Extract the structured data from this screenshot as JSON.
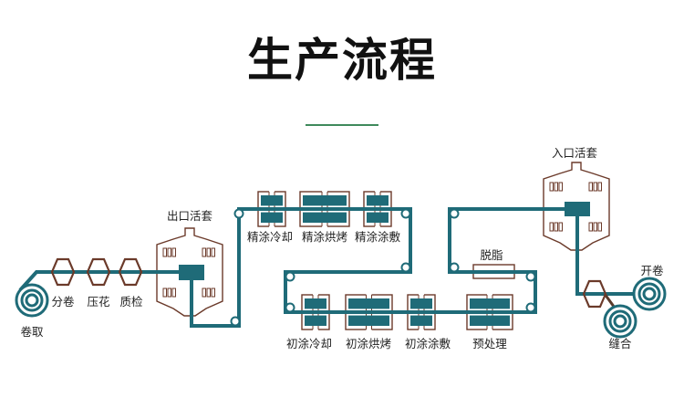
{
  "title": "生产流程",
  "colors": {
    "strip": "#1f6b78",
    "outline": "#6b3a2a",
    "accent_rule": "#3f8a5c"
  },
  "labels": {
    "recoiler": "卷取",
    "split_coil": "分卷",
    "emboss": "压花",
    "inspection": "质检",
    "exit_accumulator": "出口活套",
    "finish_cooling": "精涂冷却",
    "finish_baking": "精涂烘烤",
    "finish_coating": "精涂涂敷",
    "prime_cooling": "初涂冷却",
    "prime_baking": "初涂烘烤",
    "prime_coating": "初涂涂敷",
    "pretreatment": "预处理",
    "degreasing": "脱脂",
    "entry_accumulator": "入口活套",
    "uncoiler": "开卷",
    "stitching": "缝合"
  }
}
